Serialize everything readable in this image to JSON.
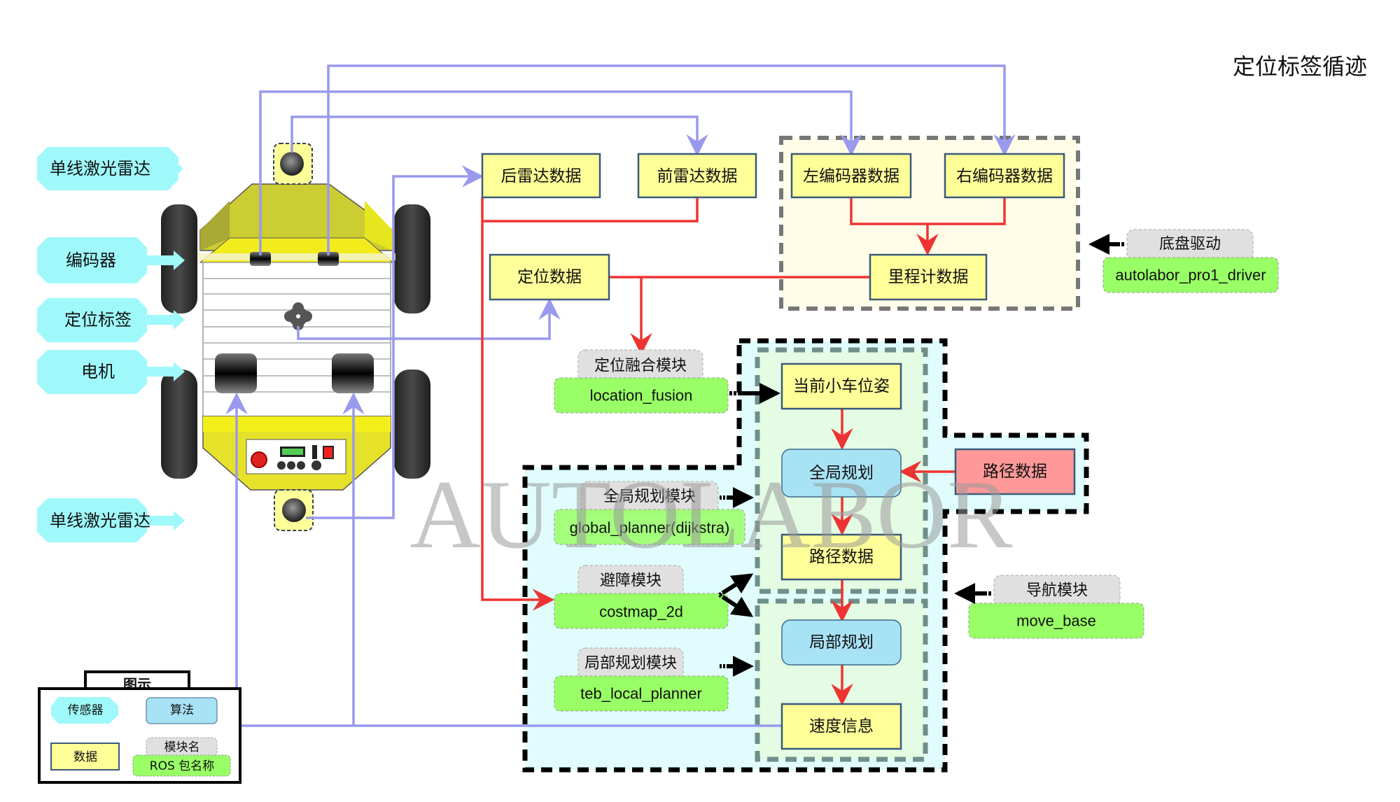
{
  "title": "定位标签循迹",
  "watermark": "AUTOLABOR",
  "colors": {
    "sensor": "#9ff9fb",
    "data_box": "#ffff99",
    "algorithm": "#a8e2f5",
    "path_data_red": "#ff9999",
    "module_name": "#e0e0e0",
    "ros_package": "#99ff66",
    "sensor_link": "#9999ee",
    "data_flow": "#ee3333",
    "chassis_region": "#fffde8",
    "nav_region": "#e0fcfc",
    "planner_region": "#e4fbe4"
  },
  "sensors": [
    {
      "label": "单线激光雷达",
      "position": "front"
    },
    {
      "label": "编码器"
    },
    {
      "label": "定位标签"
    },
    {
      "label": "电机"
    },
    {
      "label": "单线激光雷达",
      "position": "rear"
    }
  ],
  "data_boxes": {
    "rear_lidar": "后雷达数据",
    "front_lidar": "前雷达数据",
    "left_encoder": "左编码器数据",
    "right_encoder": "右编码器数据",
    "odometry": "里程计数据",
    "localization": "定位数据",
    "current_pose": "当前小车位姿",
    "path_data": "路径数据",
    "velocity": "速度信息",
    "input_path": "路径数据"
  },
  "algorithms": {
    "global_planning": "全局规划",
    "local_planning": "局部规划"
  },
  "modules": [
    {
      "name": "底盘驱动",
      "package": "autolabor_pro1_driver"
    },
    {
      "name": "定位融合模块",
      "package": "location_fusion"
    },
    {
      "name": "全局规划模块",
      "package": "global_planner(dijkstra)"
    },
    {
      "name": "避障模块",
      "package": "costmap_2d"
    },
    {
      "name": "局部规划模块",
      "package": "teb_local_planner"
    },
    {
      "name": "导航模块",
      "package": "move_base"
    }
  ],
  "legend": {
    "title": "图示",
    "sensor": "传感器",
    "algorithm": "算法",
    "data": "数据",
    "module_name": "模块名",
    "ros_package": "ROS 包名称"
  }
}
